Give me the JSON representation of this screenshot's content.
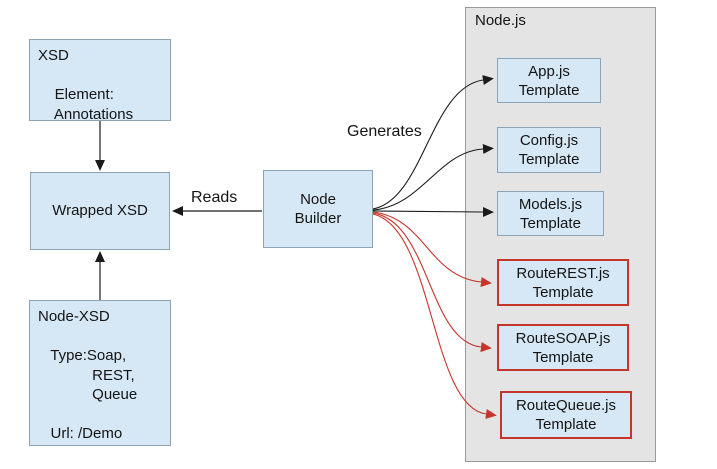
{
  "labels": {
    "reads": "Reads",
    "generates": "Generates"
  },
  "boxes": {
    "xsd": {
      "title": "XSD",
      "lines": [
        "XSD",
        "",
        "    Element:",
        "    Annotations"
      ]
    },
    "wrapped_xsd": {
      "label": "Wrapped XSD"
    },
    "node_xsd": {
      "title": "Node-XSD",
      "lines": [
        "Node-XSD",
        "",
        "   Type:Soap,",
        "             REST,",
        "             Queue",
        "",
        "   Url: /Demo"
      ]
    },
    "node_builder": {
      "lines": [
        "Node",
        "Builder"
      ]
    }
  },
  "group": {
    "title": "Node.js",
    "templates": [
      {
        "name": "App.js Template",
        "lines": [
          "App.js",
          "Template"
        ],
        "highlight": false
      },
      {
        "name": "Config.js Template",
        "lines": [
          "Config.js",
          "Template"
        ],
        "highlight": false
      },
      {
        "name": "Models.js Template",
        "lines": [
          "Models.js",
          "Template"
        ],
        "highlight": false
      },
      {
        "name": "RouteREST.js Template",
        "lines": [
          "RouteREST.js",
          "Template"
        ],
        "highlight": true
      },
      {
        "name": "RouteSOAP.js Template",
        "lines": [
          "RouteSOAP.js",
          "Template"
        ],
        "highlight": true
      },
      {
        "name": "RouteQueue.js Template",
        "lines": [
          "RouteQueue.js",
          "Template"
        ],
        "highlight": true
      }
    ]
  },
  "colors": {
    "node_fill": "#d6e8f5",
    "node_border": "#8ca4b5",
    "group_fill": "#e4e4e4",
    "group_border": "#9a9a9a",
    "highlight_red": "#c5352b",
    "arrow_black": "#1a1a1a",
    "text": "#141414"
  }
}
